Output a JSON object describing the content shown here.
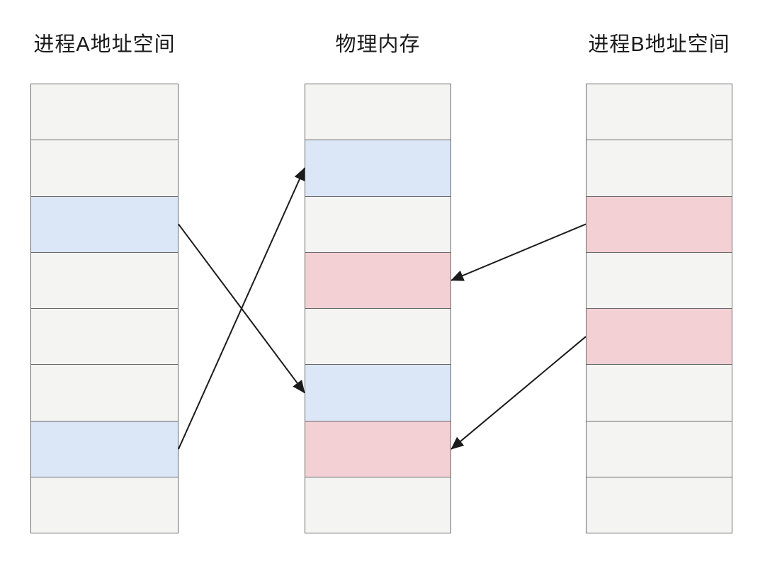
{
  "diagram": {
    "title_a": "进程A地址空间",
    "title_physical": "物理内存",
    "title_b": "进程B地址空间",
    "columns": [
      {
        "id": "process_a",
        "title": "进程A地址空间",
        "blocks": [
          "gray",
          "gray",
          "blue",
          "gray",
          "gray",
          "gray",
          "blue",
          "gray"
        ]
      },
      {
        "id": "physical",
        "title": "物理内存",
        "blocks": [
          "gray",
          "blue",
          "gray",
          "red",
          "gray",
          "blue",
          "red",
          "gray"
        ]
      },
      {
        "id": "process_b",
        "title": "进程B地址空间",
        "blocks": [
          "gray",
          "gray",
          "red",
          "gray",
          "red",
          "gray",
          "gray",
          "gray"
        ]
      }
    ],
    "mappings": [
      {
        "from": {
          "column": "process_a",
          "block": 3
        },
        "to": {
          "column": "physical",
          "block": 6
        }
      },
      {
        "from": {
          "column": "process_a",
          "block": 7
        },
        "to": {
          "column": "physical",
          "block": 2
        }
      },
      {
        "from": {
          "column": "process_b",
          "block": 3
        },
        "to": {
          "column": "physical",
          "block": 4
        }
      },
      {
        "from": {
          "column": "process_b",
          "block": 5
        },
        "to": {
          "column": "physical",
          "block": 7
        }
      }
    ],
    "colors": {
      "gray": "#f4f4f2",
      "blue": "#dbe6f7",
      "red": "#f3d0d3",
      "border": "#6a6a6a",
      "arrow": "#1b1b1b",
      "title": "#1a1a1a",
      "background": "#ffffff"
    }
  }
}
